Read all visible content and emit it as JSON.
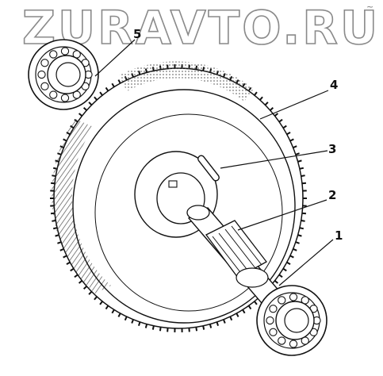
{
  "watermark": "ZURAVTO.RU",
  "corner_mark": "~",
  "callouts": [
    {
      "label": "5"
    },
    {
      "label": "4"
    },
    {
      "label": "3"
    },
    {
      "label": "2"
    },
    {
      "label": "1"
    }
  ],
  "colors": {
    "ink": "#111111",
    "watermark": "#8a8a8a",
    "background": "#ffffff"
  }
}
